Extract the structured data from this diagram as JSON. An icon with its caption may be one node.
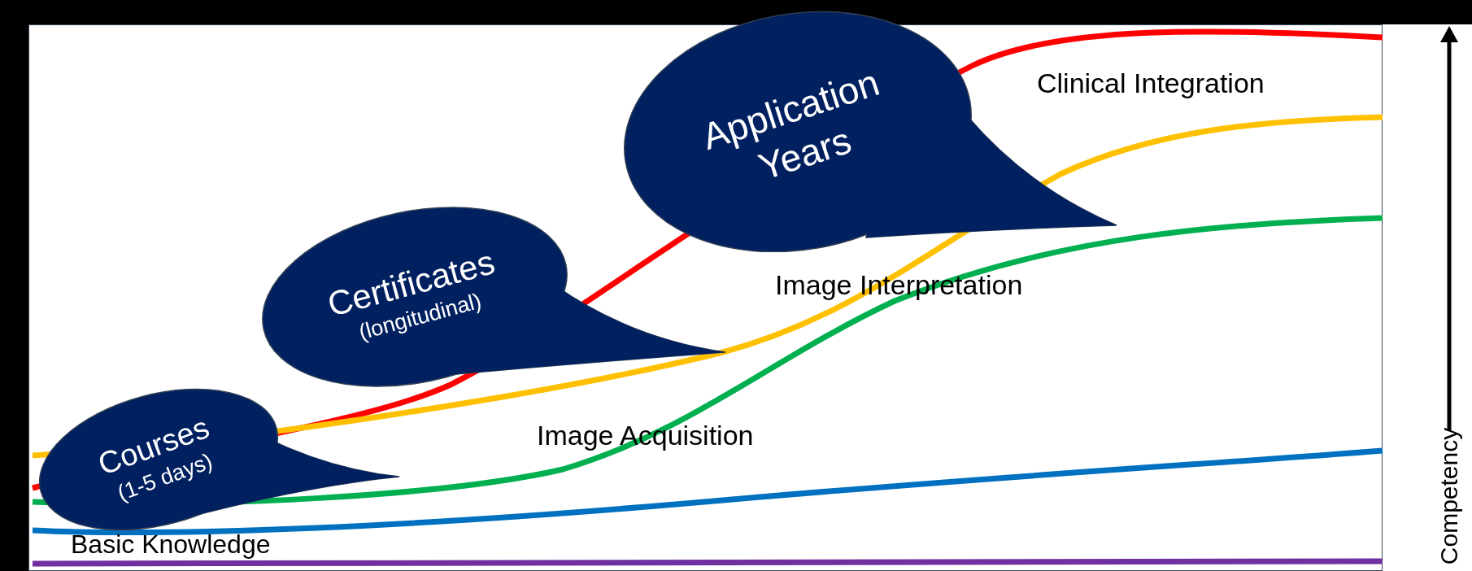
{
  "diagram": {
    "nodes": [
      {
        "text": [
          "Courses",
          "(1-5 days)"
        ]
      },
      {
        "text": [
          "Certificates",
          "(longitudinal)"
        ]
      },
      {
        "text": [
          "Application",
          "Years"
        ]
      }
    ],
    "edges": [],
    "labels": [
      "Clinical Integration",
      "Image Interpretation",
      "Image Acquisition",
      "Basic Knowledge",
      "Competency"
    ]
  }
}
